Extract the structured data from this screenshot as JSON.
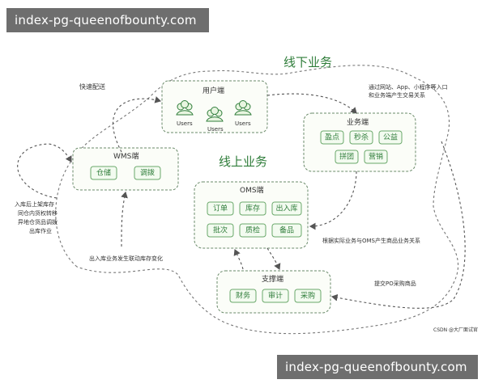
{
  "banner_top": "index-pg-queenofbounty.com",
  "banner_bottom": "index-pg-queenofbounty.com",
  "diagram": {
    "offline_title": "线下业务",
    "online_title": "线上业务",
    "user_end": {
      "title": "用户端",
      "users": [
        "Users",
        "Users",
        "Users"
      ]
    },
    "business_end": {
      "title": "业务端",
      "chips": [
        "盈点",
        "秒杀",
        "公益",
        "拼团",
        "营销"
      ]
    },
    "wms_end": {
      "title": "WMS端",
      "chips": [
        "仓储",
        "调拨"
      ]
    },
    "oms_end": {
      "title": "OMS端",
      "chips": [
        "订单",
        "库存",
        "出入库",
        "批次",
        "质检",
        "备品"
      ]
    },
    "support_end": {
      "title": "支撑端",
      "chips": [
        "财务",
        "审计",
        "采购"
      ]
    },
    "notes": {
      "fast_delivery": "快速配送",
      "channels": [
        "通过网站、App、小程序等入口",
        "和业务端产生交易关系"
      ],
      "warehouse": [
        "入库后上架库存",
        "同仓内货权转移",
        "异地仓货品调拨",
        "出库作业"
      ],
      "stock_change": "出入库业务发生联动库存变化",
      "oms_relation": "根据实际业务与OMS产生商品业务关系",
      "po": "提交PO采购商品"
    },
    "watermark": "CSDN @大厂面试官"
  }
}
